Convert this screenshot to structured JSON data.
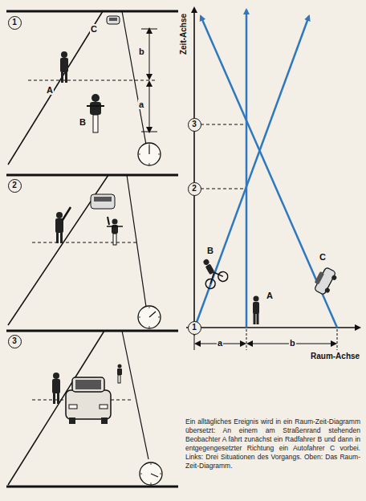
{
  "diagram": {
    "caption": "Ein alltägliches Ereignis wird in ein Raum-Zeit-Diagramm übersetzt: An einem am Straßenrand stehenden Beobachter A fährt zunächst ein Radfahrer B und dann in entgegengesetzter Richtung ein Autofahrer C vorbei. Links: Drei Situationen des Vorgangs. Oben: Das Raum-Zeit-Diagramm.",
    "nodes": [
      {
        "text": [
          "1"
        ]
      },
      {
        "text": [
          "2"
        ]
      },
      {
        "text": [
          "3"
        ]
      },
      {
        "text": [
          "3"
        ]
      },
      {
        "text": [
          "2"
        ]
      },
      {
        "text": [
          "1"
        ]
      }
    ],
    "labels": [
      "C",
      "A",
      "B",
      "b",
      "a",
      "Zeit-Achse",
      "B",
      "C",
      "A",
      "a",
      "b",
      "Raum-Achse"
    ]
  }
}
